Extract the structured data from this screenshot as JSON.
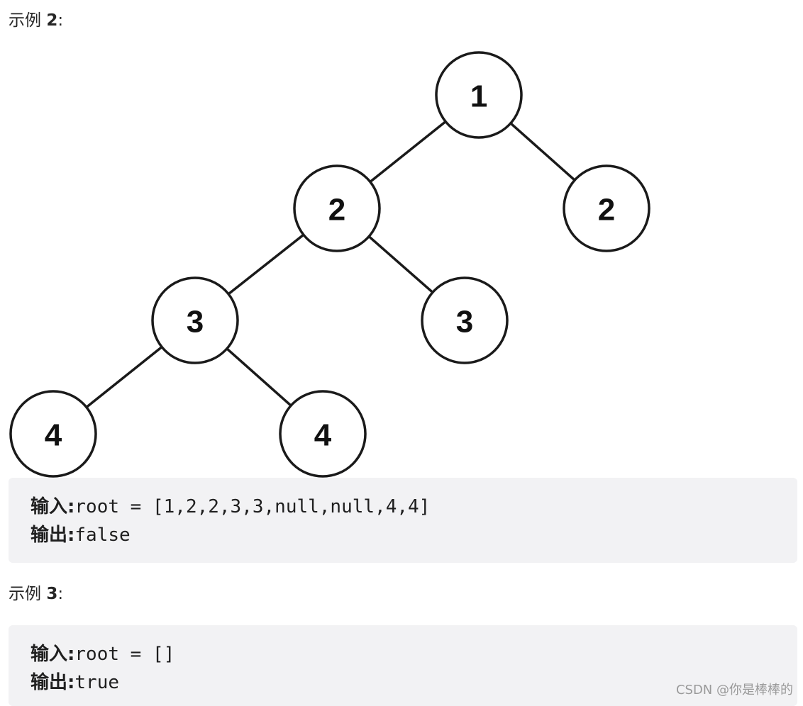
{
  "examples": [
    {
      "heading": {
        "prefix": "示例 ",
        "number": "2",
        "suffix": ":"
      },
      "tree": {
        "nodes": [
          {
            "id": "n1",
            "value": "1"
          },
          {
            "id": "n2",
            "value": "2"
          },
          {
            "id": "n3",
            "value": "2"
          },
          {
            "id": "n4",
            "value": "3"
          },
          {
            "id": "n5",
            "value": "3"
          },
          {
            "id": "n6",
            "value": "4"
          },
          {
            "id": "n7",
            "value": "4"
          }
        ],
        "edges": [
          [
            "n1",
            "n2"
          ],
          [
            "n1",
            "n3"
          ],
          [
            "n2",
            "n4"
          ],
          [
            "n2",
            "n5"
          ],
          [
            "n4",
            "n6"
          ],
          [
            "n4",
            "n7"
          ]
        ]
      },
      "input_label": "输入:",
      "input_value": "root = [1,2,2,3,3,null,null,4,4]",
      "output_label": "输出:",
      "output_value": "false"
    },
    {
      "heading": {
        "prefix": "示例 ",
        "number": "3",
        "suffix": ":"
      },
      "input_label": "输入:",
      "input_value": "root = []",
      "output_label": "输出:",
      "output_value": "true"
    }
  ],
  "watermark": "CSDN @你是棒棒的"
}
